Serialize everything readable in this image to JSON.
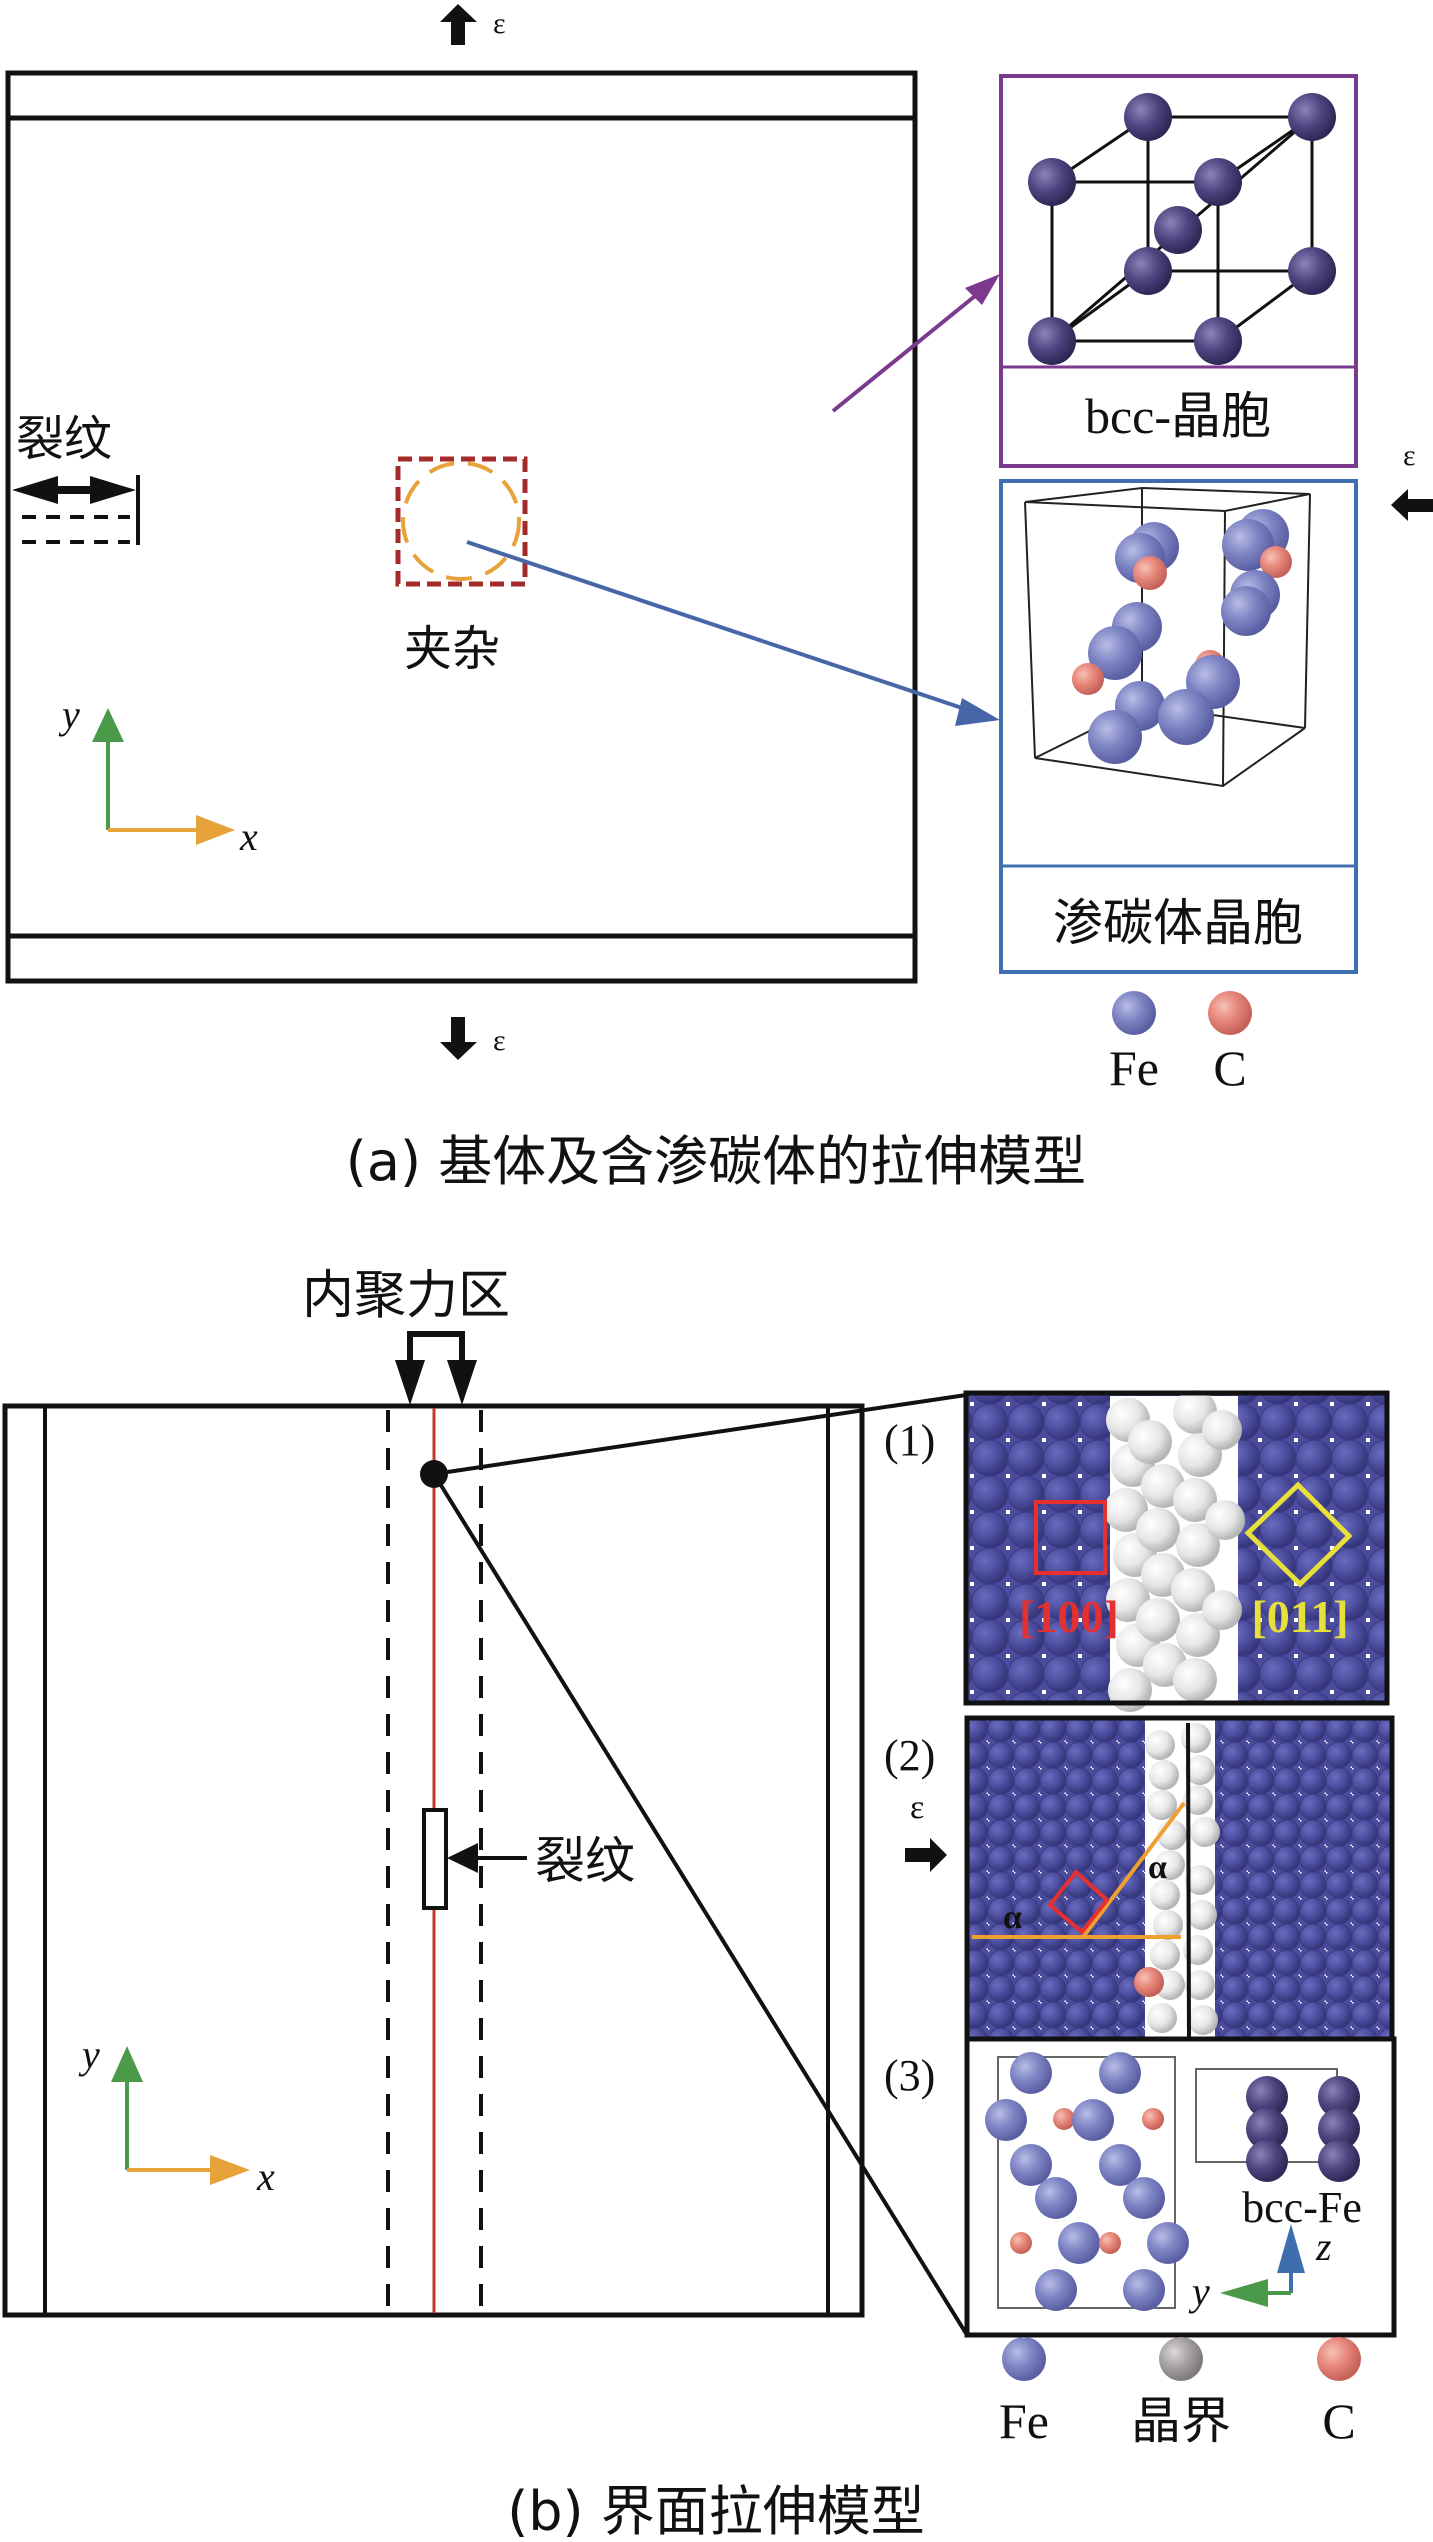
{
  "figure": {
    "panel_a": {
      "caption": "(a) 基体及含渗碳体的拉伸模型",
      "strain_symbol": "ε",
      "crack_label": "裂纹",
      "inclusion_label": "夹杂",
      "axis": {
        "y_label": "y",
        "x_label": "x"
      },
      "bcc_cell": {
        "label": "bcc-晶胞"
      },
      "cementite_cell": {
        "label": "渗碳体晶胞"
      },
      "legend": [
        {
          "label": "Fe",
          "color": "#7f86c4"
        },
        {
          "label": "C",
          "color": "#e8877a"
        }
      ]
    },
    "panel_b": {
      "caption": "(b) 界面拉伸模型",
      "cohesive_zone_label": "内聚力区",
      "crack_label": "裂纹",
      "strain_symbol": "ε",
      "axis": {
        "y_label": "y",
        "x_label": "x"
      },
      "insets": [
        {
          "index": "(1)",
          "left_orientation": "[100]",
          "right_orientation": "[011]"
        },
        {
          "index": "(2)",
          "angle_symbol": "α"
        },
        {
          "index": "(3)",
          "structure_label": "bcc-Fe",
          "axis_y": "y",
          "axis_z": "z"
        }
      ],
      "legend": [
        {
          "label": "Fe",
          "color": "#7f86c4"
        },
        {
          "label": "晶界",
          "color": "#a9a4a4"
        },
        {
          "label": "C",
          "color": "#e8877a"
        }
      ]
    },
    "colors": {
      "bcc_frame": "#7b3a8e",
      "cementite_frame": "#3f6eae",
      "inclusion_square": "#a52a2a",
      "inclusion_circle": "#e8a23a",
      "axis_x": "#e8a23a",
      "axis_y": "#4a9a4a",
      "interface_line": "#c0392b",
      "atom_fe_dark": "#4b4c9c",
      "atom_gb": "#e6e6e6",
      "orient_100": "#e53030",
      "orient_011": "#e8e03a"
    }
  }
}
